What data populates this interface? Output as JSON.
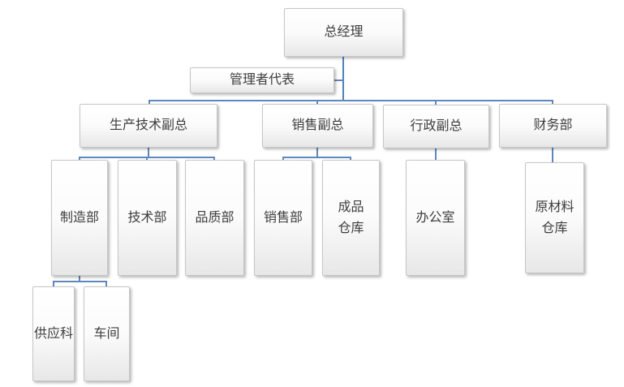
{
  "diagram": {
    "type": "organization-chart",
    "colors": {
      "line": "#5e88bd",
      "line_strong": "#4f81bd",
      "box_border": "#c6c6c6",
      "text": "#3d3d3d",
      "background": "#ffffff"
    },
    "nodes": {
      "general_manager": {
        "label": "总经理"
      },
      "management_rep": {
        "label": "管理者代表"
      },
      "production_vp": {
        "label": "生产技术副总"
      },
      "sales_vp": {
        "label": "销售副总"
      },
      "admin_vp": {
        "label": "行政副总"
      },
      "finance_dept": {
        "label": "财务部"
      },
      "manufacturing_dept": {
        "label": "制造部"
      },
      "technology_dept": {
        "label": "技术部"
      },
      "quality_dept": {
        "label": "品质部"
      },
      "sales_dept": {
        "label": "销售部"
      },
      "finished_goods_warehouse": {
        "label": "成品\n仓库"
      },
      "office": {
        "label": "办公室"
      },
      "raw_material_warehouse": {
        "label": "原材料\n仓库"
      },
      "supply_section": {
        "label": "供应科"
      },
      "workshop": {
        "label": "车间"
      }
    },
    "structure": [
      {
        "parent": "general_manager",
        "assistant": "management_rep"
      },
      {
        "parent": "general_manager",
        "children": [
          "production_vp",
          "sales_vp",
          "admin_vp",
          "finance_dept"
        ]
      },
      {
        "parent": "production_vp",
        "children": [
          "manufacturing_dept",
          "technology_dept",
          "quality_dept"
        ]
      },
      {
        "parent": "sales_vp",
        "children": [
          "sales_dept",
          "finished_goods_warehouse"
        ]
      },
      {
        "parent": "admin_vp",
        "children": [
          "office"
        ]
      },
      {
        "parent": "finance_dept",
        "children": [
          "raw_material_warehouse"
        ]
      },
      {
        "parent": "manufacturing_dept",
        "children": [
          "supply_section",
          "workshop"
        ]
      }
    ]
  }
}
